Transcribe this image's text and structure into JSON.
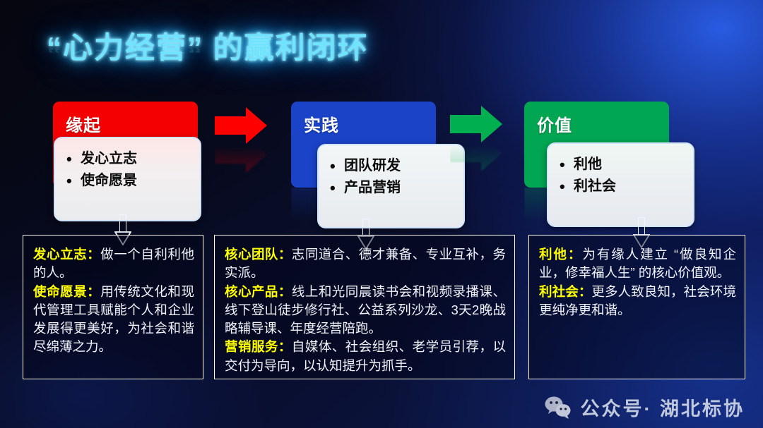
{
  "slide": {
    "title": "“心力经营” 的赢利闭环",
    "background_color": "#05060f",
    "glow_color": "#2a5feb",
    "title_color": "#6fe3ff"
  },
  "stages": [
    {
      "name": "origin",
      "header": "缘起",
      "color": "#f50000",
      "bullets": [
        "发心立志",
        "使命愿景"
      ]
    },
    {
      "name": "practice",
      "header": "实践",
      "color": "#1a43c8",
      "bullets": [
        "团队研发",
        "产品营销"
      ]
    },
    {
      "name": "value",
      "header": "价值",
      "color": "#00a651",
      "bullets": [
        "利他",
        "利社会"
      ]
    }
  ],
  "arrows": [
    {
      "name": "arrow-origin-to-practice",
      "color": "#ff0000"
    },
    {
      "name": "arrow-practice-to-value",
      "color": "#00b050"
    }
  ],
  "details": [
    {
      "name": "origin-detail",
      "entries": [
        {
          "label": "发心立志：",
          "text": "做一个自利利他的人。"
        },
        {
          "label": "使命愿景：",
          "text": "用传统文化和现代管理工具赋能个人和企业发展得更美好，为社会和谐尽绵薄之力。"
        }
      ]
    },
    {
      "name": "practice-detail",
      "entries": [
        {
          "label": "核心团队：",
          "text": "志同道合、德才兼备、专业互补，务实派。"
        },
        {
          "label": "核心产品：",
          "text": "线上和光同晨读书会和视频录播课、线下登山徒步修行社、公益系列沙龙、3天2晚战略辅导课、年度经营陪跑。"
        },
        {
          "label": "营销服务：",
          "text": "自媒体、社会组织、老学员引荐，以交付为导向，以认知提升为抓手。"
        }
      ]
    },
    {
      "name": "value-detail",
      "entries": [
        {
          "label": "利他：",
          "text": "为有缘人建立 “做良知企业，修幸福人生” 的核心价值观。"
        },
        {
          "label": "利社会：",
          "text": "更多人致良知，社会环境更纯净更和谐。"
        }
      ]
    }
  ],
  "footer": {
    "icon": "wechat-icon",
    "text": "公众号· 湖北标协"
  }
}
